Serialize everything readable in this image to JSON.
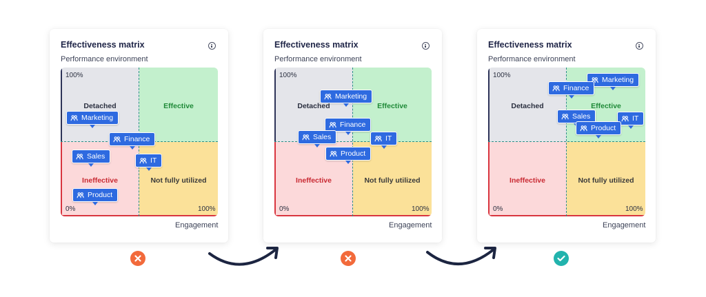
{
  "cards": [
    {
      "title": "Effectiveness matrix",
      "subtitle": "Performance environment",
      "x_axis_label": "Engagement",
      "tick_y_top": "100%",
      "tick_origin": "0%",
      "tick_x_right": "100%",
      "quadrants": {
        "tl": "Detached",
        "tr": "Effective",
        "bl": "Ineffective",
        "br": "Not fully utilized"
      },
      "tags": [
        "Marketing",
        "Finance",
        "Sales",
        "IT",
        "Product"
      ],
      "status": "x"
    },
    {
      "title": "Effectiveness matrix",
      "subtitle": "Performance environment",
      "x_axis_label": "Engagement",
      "tick_y_top": "100%",
      "tick_origin": "0%",
      "tick_x_right": "100%",
      "quadrants": {
        "tl": "Detached",
        "tr": "Effective",
        "bl": "Ineffective",
        "br": "Not fully utilized"
      },
      "tags": [
        "Marketing",
        "Finance",
        "Sales",
        "IT",
        "Product"
      ],
      "status": "x"
    },
    {
      "title": "Effectiveness matrix",
      "subtitle": "Performance environment",
      "x_axis_label": "Engagement",
      "tick_y_top": "100%",
      "tick_origin": "0%",
      "tick_x_right": "100%",
      "quadrants": {
        "tl": "Detached",
        "tr": "Effective",
        "bl": "Ineffective",
        "br": "Not fully utilized"
      },
      "tags": [
        "Marketing",
        "Finance",
        "Sales",
        "IT",
        "Product"
      ],
      "status": "check"
    }
  ],
  "colors": {
    "accent_tag": "#2e6ae0",
    "status_error": "#f26a3b",
    "status_ok": "#22b3ad",
    "arrow": "#1c2541"
  },
  "icons": {
    "tag": "team-icon",
    "card": "info-icon",
    "status_bad": "close-icon",
    "status_good": "check-icon",
    "transition": "curved-arrow-icon"
  }
}
